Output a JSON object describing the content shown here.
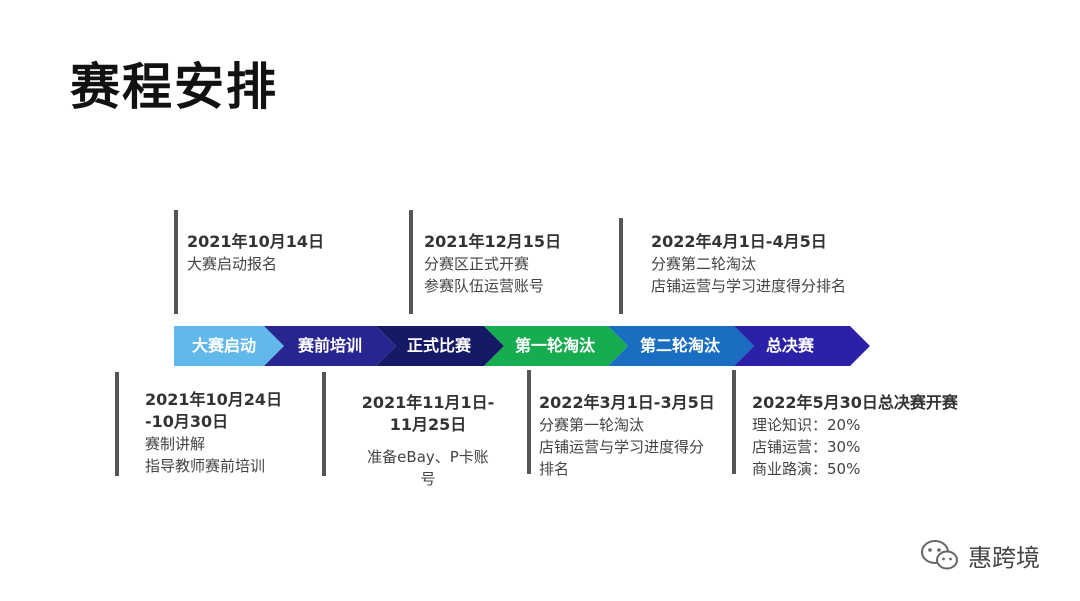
{
  "page": {
    "title": "赛程安排"
  },
  "colors": {
    "stage1": "#62b8ea",
    "stage2": "#272690",
    "stage3": "#151966",
    "stage4": "#16ac4f",
    "stage5": "#1a6ec1",
    "stage6": "#2a21a8"
  },
  "stages": [
    {
      "label": "大赛启动"
    },
    {
      "label": "赛前培训"
    },
    {
      "label": "正式比赛"
    },
    {
      "label": "第一轮淘汰"
    },
    {
      "label": "第二轮淘汰"
    },
    {
      "label": "总决赛"
    }
  ],
  "top_events": [
    {
      "date": "2021年10月14日",
      "lines": [
        "大赛启动报名"
      ]
    },
    {
      "date": "2021年12月15日",
      "lines": [
        "分赛区正式开赛",
        "参赛队伍运营账号"
      ]
    },
    {
      "date": "2022年4月1日-4月5日",
      "lines": [
        "分赛第二轮淘汰",
        "店铺运营与学习进度得分排名"
      ]
    }
  ],
  "bottom_events": [
    {
      "date_lines": [
        "2021年10月24日",
        "-10月30日"
      ],
      "lines": [
        "赛制讲解",
        "指导教师赛前培训"
      ]
    },
    {
      "date_lines": [
        "2021年11月1日-",
        "11月25日"
      ],
      "lines": [
        "准备eBay、P卡账",
        "号"
      ]
    },
    {
      "date_lines": [
        "2022年3月1日-3月5日"
      ],
      "lines": [
        "分赛第一轮淘汰",
        "店铺运营与学习进度得分",
        "排名"
      ]
    },
    {
      "date_lines": [
        "2022年5月30日总决赛开赛"
      ],
      "lines": [
        "理论知识：20%",
        "店铺运营：30%",
        "商业路演：50%"
      ]
    }
  ],
  "watermark": {
    "text": "惠跨境",
    "icon": "wechat-icon"
  }
}
